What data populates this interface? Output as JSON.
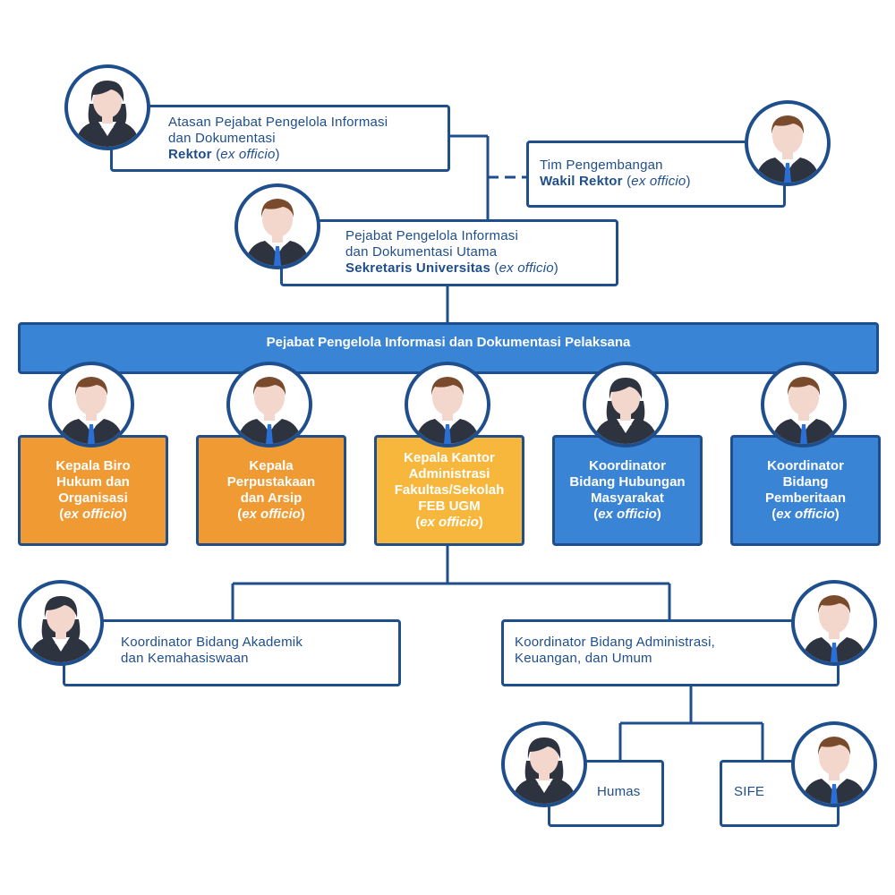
{
  "nodes": {
    "atasan": {
      "line1": "Atasan Pejabat Pengelola Informasi",
      "line2": "dan Dokumentasi",
      "name": "Rektor",
      "paren_open": " (",
      "role": "ex officio",
      "paren_close": ")"
    },
    "tim": {
      "line1": "Tim Pengembangan",
      "name": "Wakil Rektor",
      "paren_open": " (",
      "role": "ex officio",
      "paren_close": ")"
    },
    "utama": {
      "line1": "Pejabat Pengelola Informasi",
      "line2": "dan Dokumentasi Utama",
      "name": "Sekretaris Universitas",
      "paren_open": " (",
      "role": "ex officio",
      "paren_close": ")"
    },
    "pelaksana": {
      "title": "Pejabat Pengelola Informasi dan Dokumentasi Pelaksana"
    },
    "cards": [
      {
        "lines": [
          "Kepala Biro",
          "Hukum dan",
          "Organisasi"
        ],
        "role": "ex officio"
      },
      {
        "lines": [
          "Kepala",
          "Perpustakaan",
          "dan Arsip"
        ],
        "role": "ex officio"
      },
      {
        "lines": [
          "Kepala Kantor",
          "Administrasi",
          "Fakultas/Sekolah",
          "FEB UGM"
        ],
        "role": "ex officio"
      },
      {
        "lines": [
          "Koordinator",
          "Bidang Hubungan",
          "Masyarakat"
        ],
        "role": "ex officio"
      },
      {
        "lines": [
          "Koordinator",
          "Bidang",
          "Pemberitaan"
        ],
        "role": "ex officio"
      }
    ],
    "akademik": {
      "line1": "Koordinator Bidang Akademik",
      "line2": "dan Kemahasiswaan"
    },
    "administrasi": {
      "line1": "Koordinator Bidang Administrasi,",
      "line2": "Keuangan, dan Umum"
    },
    "humas": {
      "label": "Humas"
    },
    "sife": {
      "label": "SIFE"
    }
  },
  "colors": {
    "navy": "#1f4e8c",
    "blue": "#3a84d6",
    "orange": "#ef9a33",
    "yellow": "#f6b73c",
    "skin": "#f3d6cc",
    "hair": "#7a4a2c",
    "suit": "#2e3340",
    "tie": "#2a6fd6"
  },
  "icons": {
    "male": "male-avatar-icon",
    "female": "female-avatar-icon"
  }
}
